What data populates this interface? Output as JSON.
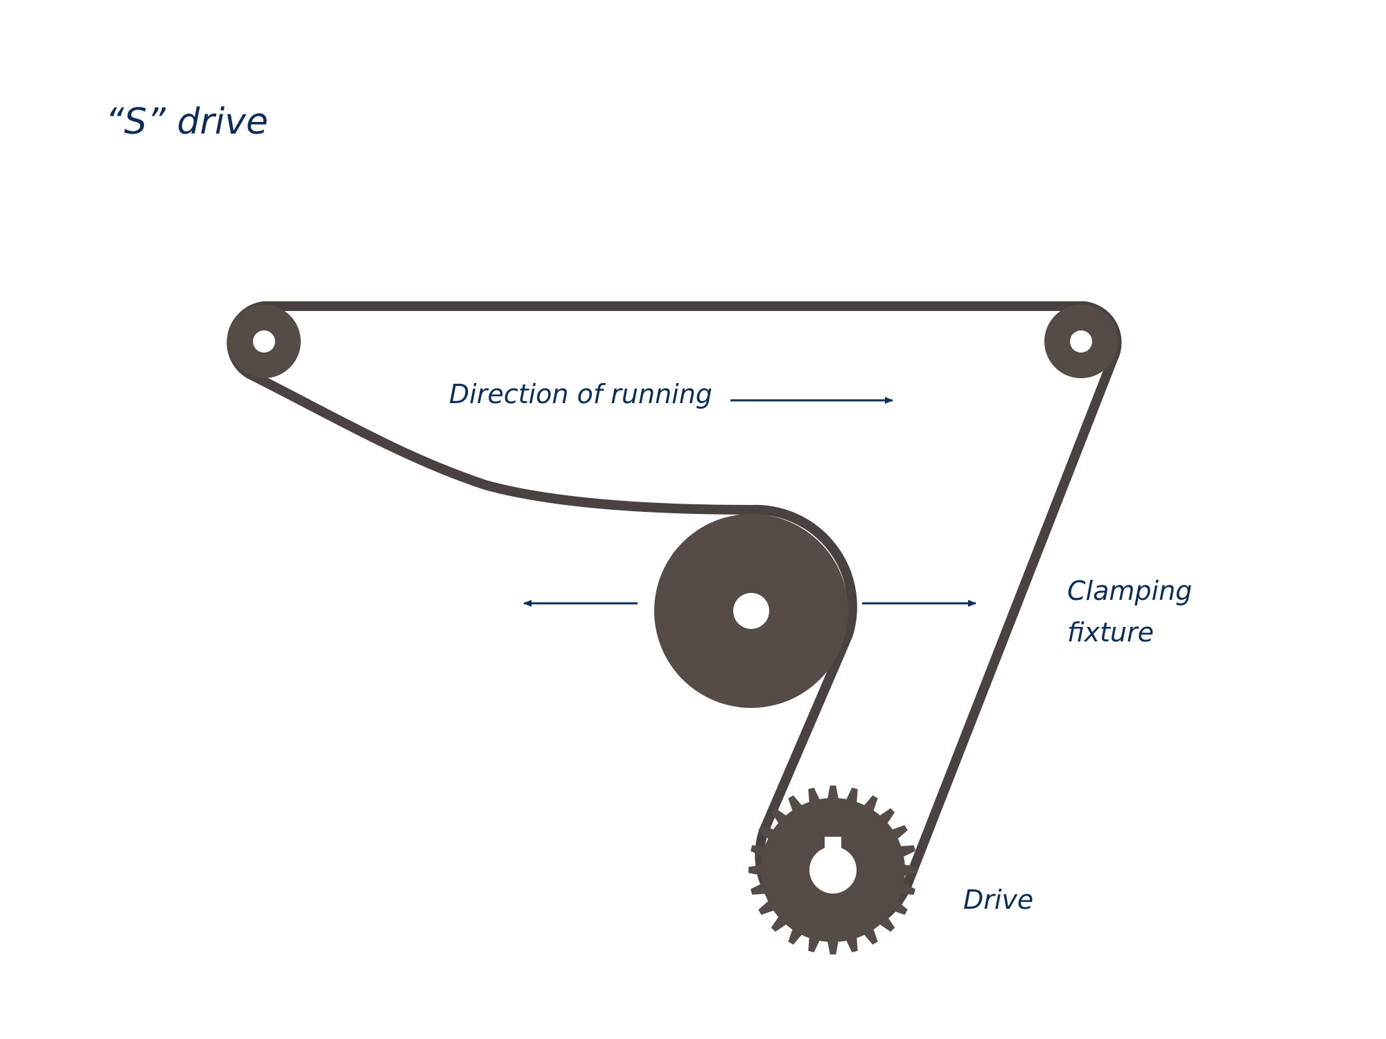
{
  "title": "“S” drive",
  "labels": {
    "direction": "Direction of running",
    "clamping_line1": "Clamping",
    "clamping_line2": "fixture",
    "drive": "Drive"
  },
  "colors": {
    "text": "#0d2d55",
    "arrow": "#0d2d55",
    "belt": "#4a4240",
    "pulley": "#554b47",
    "background": "#ffffff"
  },
  "icons": {
    "left_idler": "idler-pulley-icon",
    "right_idler": "idler-pulley-icon",
    "tension": "tensioner-pulley-icon",
    "drive": "toothed-sprocket-icon"
  }
}
